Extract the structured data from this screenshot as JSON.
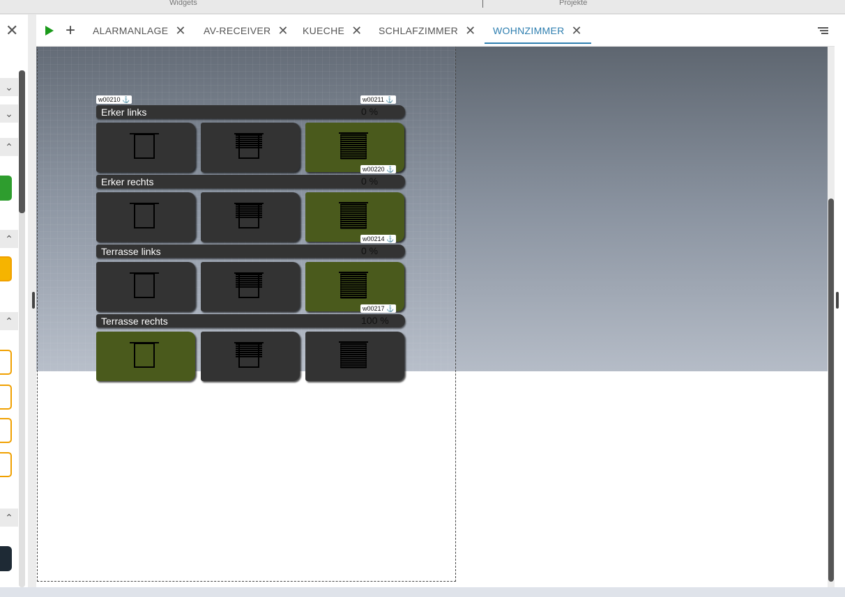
{
  "top": {
    "widgets_label": "Widgets",
    "projects_label": "Projekte"
  },
  "tabs": [
    {
      "label": "ALARMANLAGE",
      "active": false
    },
    {
      "label": "AV-RECEIVER",
      "active": false
    },
    {
      "label": "KUECHE",
      "active": false
    },
    {
      "label": "SCHLAFZIMMER",
      "active": false
    },
    {
      "label": "WOHNZIMMER",
      "active": true
    }
  ],
  "icons": {
    "close_panel": "close-icon",
    "run": "play-icon",
    "add": "plus-icon",
    "menu": "menu-icon",
    "tab_close": "close-icon",
    "anchor": "anchor-icon",
    "expand": "chevron-down-icon",
    "collapse": "chevron-up-icon"
  },
  "glyphs": {
    "close": "✕",
    "plus": "+",
    "anchor": "⚓",
    "chev_down": "⌄",
    "chev_up": "⌃"
  },
  "blinds": [
    {
      "id_label": "w00210",
      "status_id_label": "w00211",
      "name": "Erker links",
      "percent": "0 %",
      "active_button": 2
    },
    {
      "id_label": "",
      "status_id_label": "w00220",
      "name": "Erker rechts",
      "percent": "0 %",
      "active_button": 2
    },
    {
      "id_label": "",
      "status_id_label": "w00214",
      "name": "Terrasse links",
      "percent": "0 %",
      "active_button": 2
    },
    {
      "id_label": "",
      "status_id_label": "w00217",
      "name": "Terrasse rechts",
      "percent": "100 %",
      "active_button": 0
    }
  ],
  "colors": {
    "accent": "#2f7fb0",
    "button_on": "#4a5a1c",
    "button_off": "#333333",
    "run": "#1a9a1a"
  }
}
